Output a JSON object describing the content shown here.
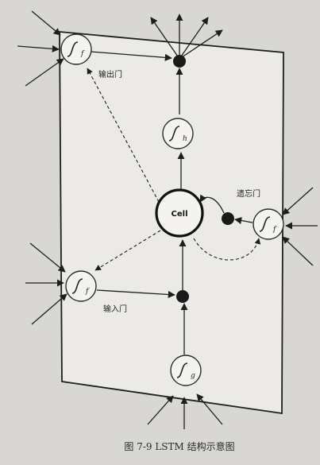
{
  "diagram": {
    "gates": {
      "output": {
        "label": "输出门",
        "symbol": "f"
      },
      "forget": {
        "label": "遗忘门",
        "symbol": "f"
      },
      "input": {
        "label": "输入门",
        "symbol": "f"
      }
    },
    "tanh_h": {
      "symbol": "h"
    },
    "tanh_g": {
      "symbol": "g"
    },
    "cell": {
      "label": "Cell"
    }
  },
  "caption": "图 7-9   LSTM 结构示意图"
}
